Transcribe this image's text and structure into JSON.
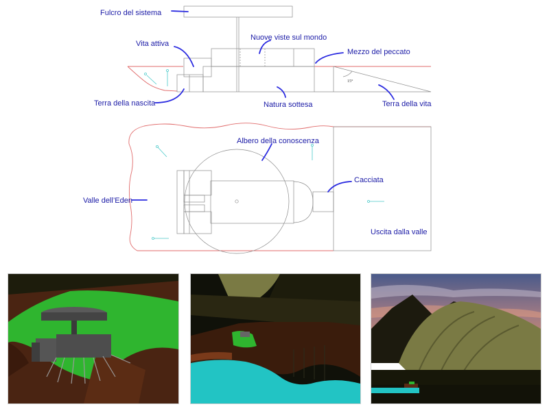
{
  "labels": {
    "fulcro": "Fulcro del sistema",
    "vita_attiva": "Vita attiva",
    "nuove_viste": "Nuove viste sul mondo",
    "mezzo_peccato": "Mezzo del peccato",
    "terra_nascita": "Terra della nascita",
    "natura_sottesa": "Natura sottesa",
    "terra_vita": "Terra della vita",
    "albero": "Albero della conoscenza",
    "cacciata": "Cacciata",
    "valle_eden": "Valle dell’Eden",
    "uscita": "Uscita dalla valle",
    "angle": "15°"
  },
  "colors": {
    "label_text": "#1a1aa6",
    "leader_ink": "#2a2ae0",
    "terrain_line": "#e06a6a",
    "drawing_line": "#8c8c8c",
    "arrow_cyan": "#49c9c9",
    "render_grass": "#2fb52f",
    "render_water": "#22c4c4",
    "render_ground": "#5a2a14",
    "render_rock": "#7a7a44",
    "render_sky": "#c98a6a"
  },
  "renders": [
    {
      "view": "render-1",
      "icon": "machine-on-hill-render"
    },
    {
      "view": "render-2",
      "icon": "valley-lake-render"
    },
    {
      "view": "render-3",
      "icon": "mountain-sunset-render"
    }
  ]
}
